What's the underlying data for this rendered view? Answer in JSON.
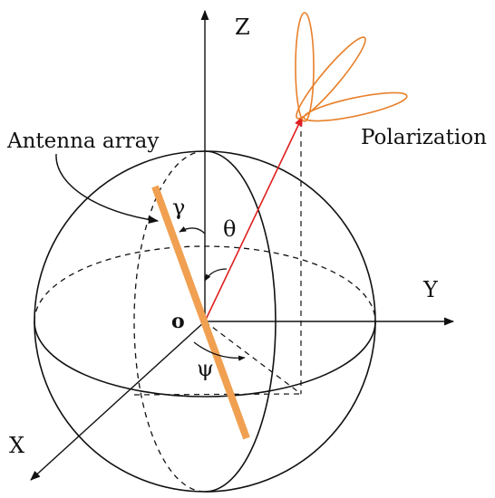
{
  "labels": {
    "z_axis": "Z",
    "y_axis": "Y",
    "x_axis": "X",
    "origin": "o",
    "polarization": "Polarization",
    "antenna_array": "Antenna array",
    "gamma": "γ",
    "theta": "θ",
    "psi": "ψ"
  },
  "colors": {
    "line": "#111111",
    "antenna": "#f0a050",
    "direction_vector": "#e02020",
    "lobes": "#e8802a"
  }
}
